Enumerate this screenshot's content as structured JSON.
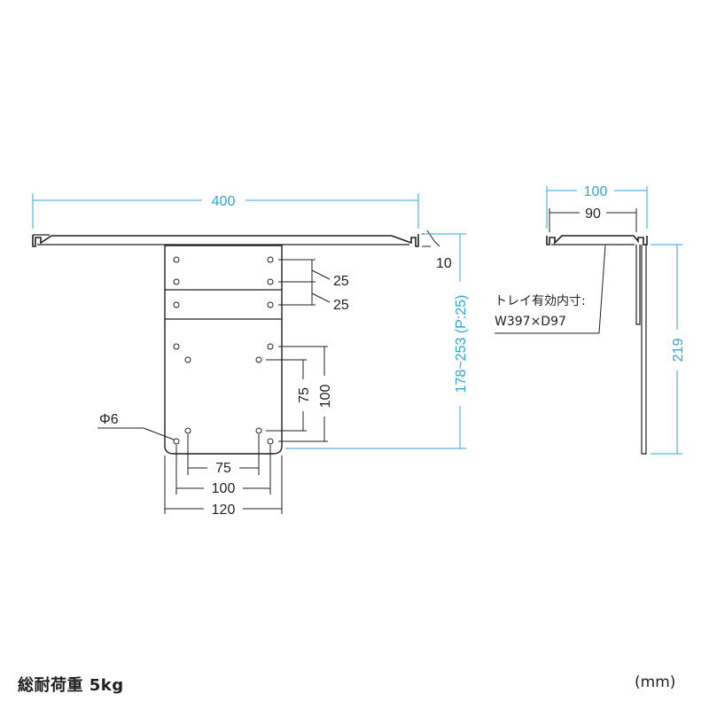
{
  "front_view": {
    "width": "400",
    "lip": "10",
    "pitch_upper": "25",
    "pitch_lower": "25",
    "height_range": "178~253 (P:25)",
    "hole_diameter": "Φ6",
    "vesa_h_small": "75",
    "vesa_h_large": "100",
    "plate_width": "120",
    "vesa_v_small": "75",
    "vesa_v_large": "100"
  },
  "side_view": {
    "depth_outer": "100",
    "depth_inner": "90",
    "height": "219",
    "tray_note_line1": "トレイ有効内寸:",
    "tray_note_line2": "W397×D97"
  },
  "footer": {
    "load": "総耐荷重 5kg",
    "unit": "(mm)"
  },
  "colors": {
    "line": "#231f20",
    "dimension_accent": "#2aa8d8",
    "background": "#ffffff"
  }
}
